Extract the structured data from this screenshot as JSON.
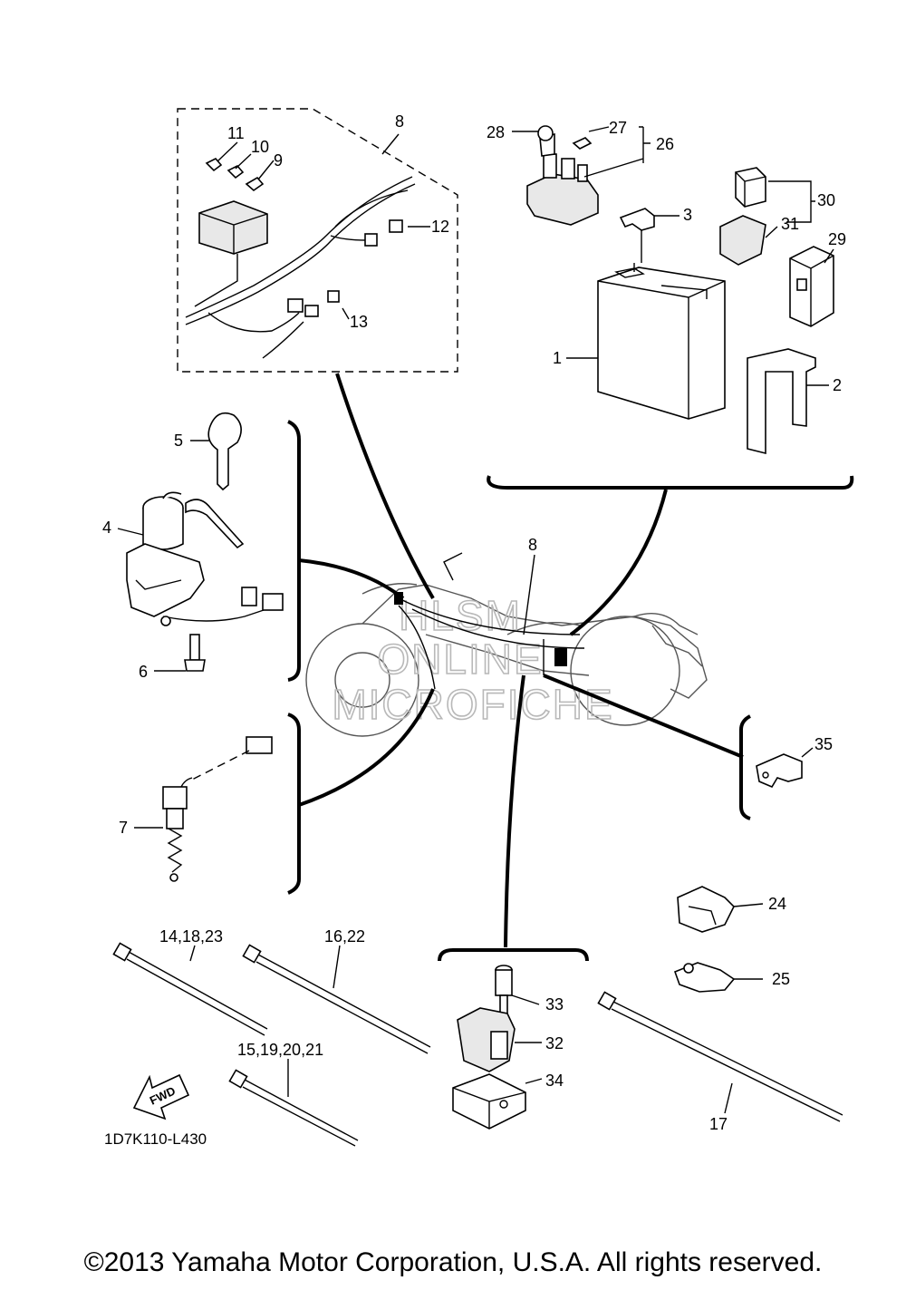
{
  "diagram": {
    "drawing_code": "1D7K110-L430",
    "fwd_label": "FWD",
    "watermark": [
      "HLSM",
      "ONLINE",
      "MICROFICHE"
    ],
    "callouts": {
      "c1": "1",
      "c2": "2",
      "c3": "3",
      "c4": "4",
      "c5": "5",
      "c6": "6",
      "c7": "7",
      "c8_top": "8",
      "c8_mid": "8",
      "c9": "9",
      "c10": "10",
      "c11": "11",
      "c12": "12",
      "c13": "13",
      "c14_18_23": "14,18,23",
      "c15_19_20_21": "15,19,20,21",
      "c16_22": "16,22",
      "c17": "17",
      "c24": "24",
      "c25": "25",
      "c26": "26",
      "c27": "27",
      "c28": "28",
      "c29": "29",
      "c30": "30",
      "c31": "31",
      "c32": "32",
      "c33": "33",
      "c34": "34",
      "c35": "35"
    }
  },
  "copyright": "©2013 Yamaha Motor Corporation, U.S.A. All rights reserved."
}
